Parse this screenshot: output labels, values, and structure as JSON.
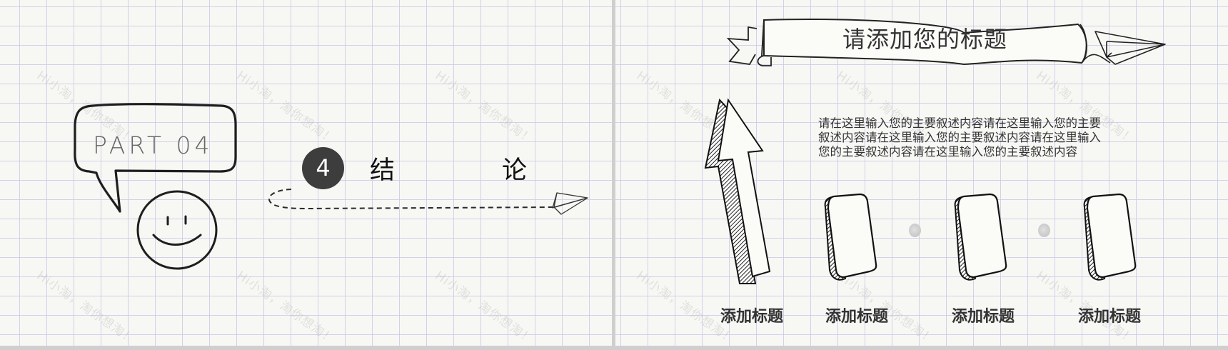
{
  "left_slide": {
    "part_label": "PART 04",
    "section_number": "4",
    "section_title_chars": [
      "结",
      "论"
    ],
    "icons": [
      "speech-bubble-icon",
      "smiley-face-icon",
      "paper-plane-icon",
      "dashed-path"
    ]
  },
  "right_slide": {
    "banner_title": "请添加您的标题",
    "description": "请在这里输入您的主要叙述内容请在这里输入您的主要叙述内容请在这里输入您的主要叙述内容请在这里输入您的主要叙述内容请在这里输入您的主要叙述内容",
    "description_lines": [
      "请在这里输入您的主要叙述内容请在这里输入您的主要",
      "叙述内容请在这里输入您的主要叙述内容请在这里输入",
      "您的主要叙述内容请在这里输入您的主要叙述内容"
    ],
    "items": [
      {
        "label": "添加标题",
        "icon": "arrow-up-icon"
      },
      {
        "label": "添加标题",
        "icon": "block-icon"
      },
      {
        "label": "添加标题",
        "icon": "block-icon"
      },
      {
        "label": "添加标题",
        "icon": "block-icon"
      }
    ]
  },
  "watermark": "Hi小淘，淘你想淘！",
  "colors": {
    "background": "#f7f8f4",
    "grid": "#cdcde8",
    "ink": "#222222",
    "circle": "#3d3d3d",
    "divider": "#cfcfcf"
  }
}
